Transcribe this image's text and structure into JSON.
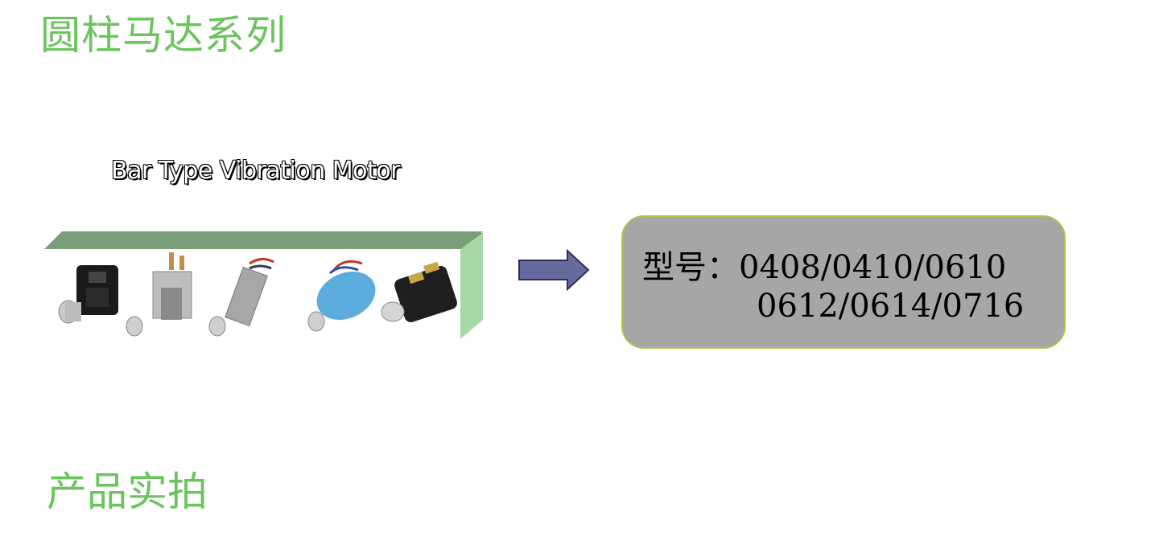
{
  "slide": {
    "title": "圆柱马达系列",
    "caption": "Bar Type Vibration Motor",
    "model_label": "型号：",
    "model_line1": "0408/0410/0610",
    "model_line2": "0612/0614/0716",
    "section_title": "产品实拍"
  },
  "colors": {
    "heading_green": "#6bc45e",
    "box_top": "#7a9e7a",
    "box_side": "#a6d9a6",
    "arrow_fill": "#676a9c",
    "model_box_fill": "#a6a6a6",
    "model_box_border": "#a9c64a"
  },
  "icons": [
    "right-arrow-icon",
    "motor-photo-icon"
  ]
}
